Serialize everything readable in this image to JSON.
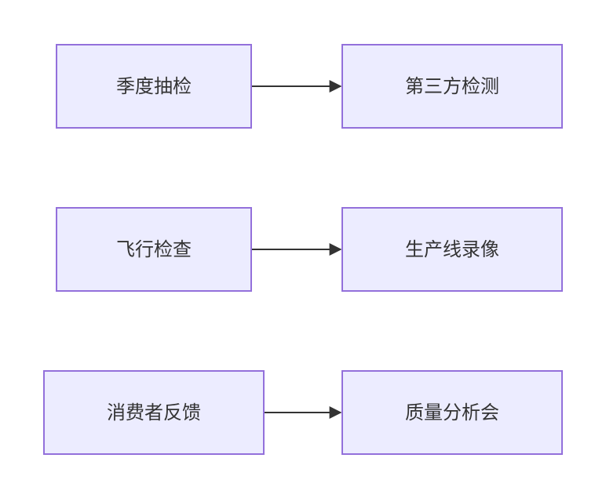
{
  "colors": {
    "node_fill": "#ececff",
    "node_border": "#9370db",
    "edge": "#333333",
    "text": "#333333",
    "background": "#ffffff"
  },
  "rows": [
    {
      "source": "季度抽检",
      "target": "第三方检测"
    },
    {
      "source": "飞行检查",
      "target": "生产线录像"
    },
    {
      "source": "消费者反馈",
      "target": "质量分析会"
    }
  ]
}
